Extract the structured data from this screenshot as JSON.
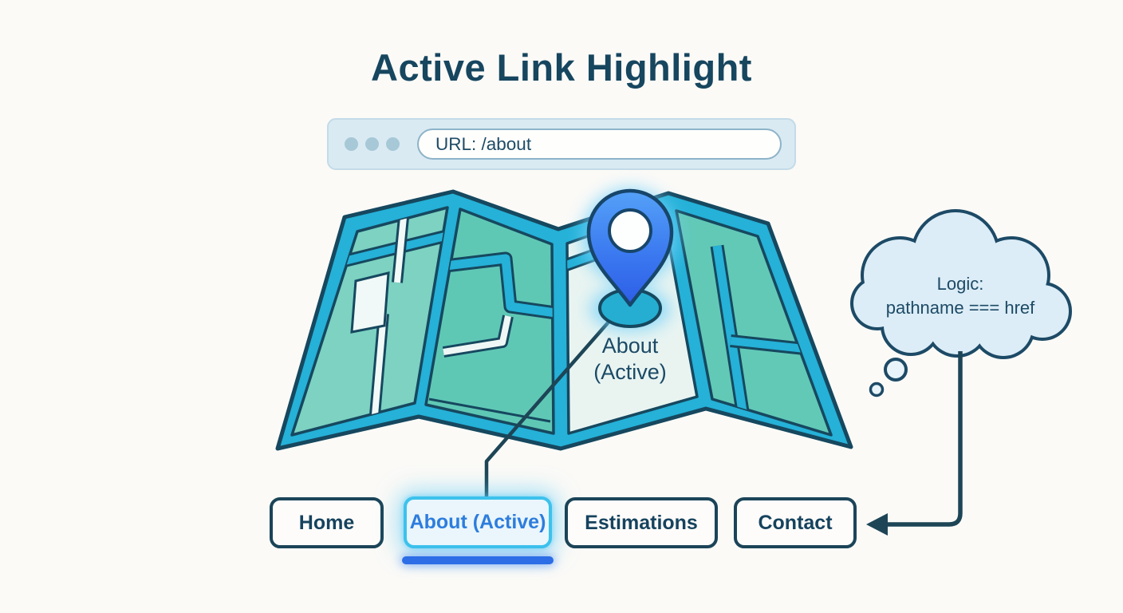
{
  "title": "Active Link Highlight",
  "browser_bar": {
    "url_label": "URL: /about",
    "window_dots": 3
  },
  "map": {
    "pin_label_line1": "About",
    "pin_label_line2": "(Active)"
  },
  "thought_cloud": {
    "line1": "Logic:",
    "line2": "pathname === href"
  },
  "nav": {
    "items": [
      {
        "label": "Home",
        "active": false
      },
      {
        "label": "About (Active)",
        "active": true
      },
      {
        "label": "Estimations",
        "active": false
      },
      {
        "label": "Contact",
        "active": false
      }
    ],
    "active_route": "/about"
  },
  "colors": {
    "background": "#fbfaf7",
    "navy_outline": "#17465f",
    "cyan_road": "#25b1d8",
    "teal_panel": "#63c8b6",
    "light_panel": "#e9f4f1",
    "pin_blue_top": "#4e97f7",
    "pin_blue_bottom": "#2c5ce6",
    "cloud_fill": "#dcedf7",
    "active_text_blue": "#2d7ddd",
    "active_border_cyan": "#3cc2ec",
    "underline_blue": "#2d6de6",
    "browser_bar_fill": "#d9eaf3"
  }
}
